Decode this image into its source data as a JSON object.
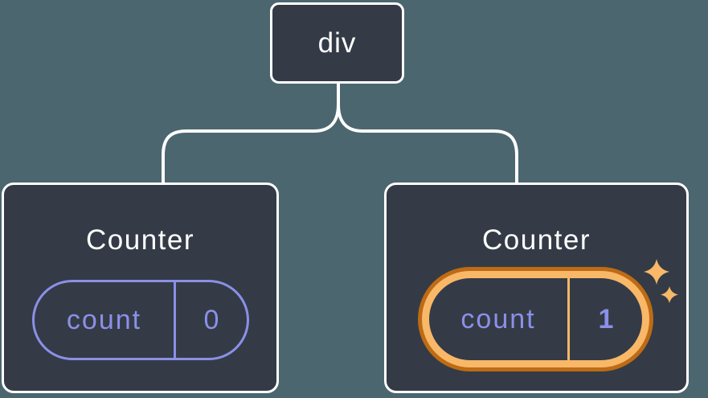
{
  "diagram": {
    "root": {
      "label": "div"
    },
    "children": [
      {
        "title": "Counter",
        "state": {
          "key": "count",
          "value": "0"
        },
        "highlighted": false
      },
      {
        "title": "Counter",
        "state": {
          "key": "count",
          "value": "1"
        },
        "highlighted": true
      }
    ]
  },
  "icons": {
    "sparkles": "sparkles-icon"
  },
  "colors": {
    "background": "#4C6670",
    "node_fill": "#343B46",
    "node_border": "#FFFFFF",
    "connector": "#FFFFFF",
    "state_purple": "#8B90E8",
    "highlight_orange_dark": "#BE6B15",
    "highlight_orange_light": "#F8B868"
  }
}
